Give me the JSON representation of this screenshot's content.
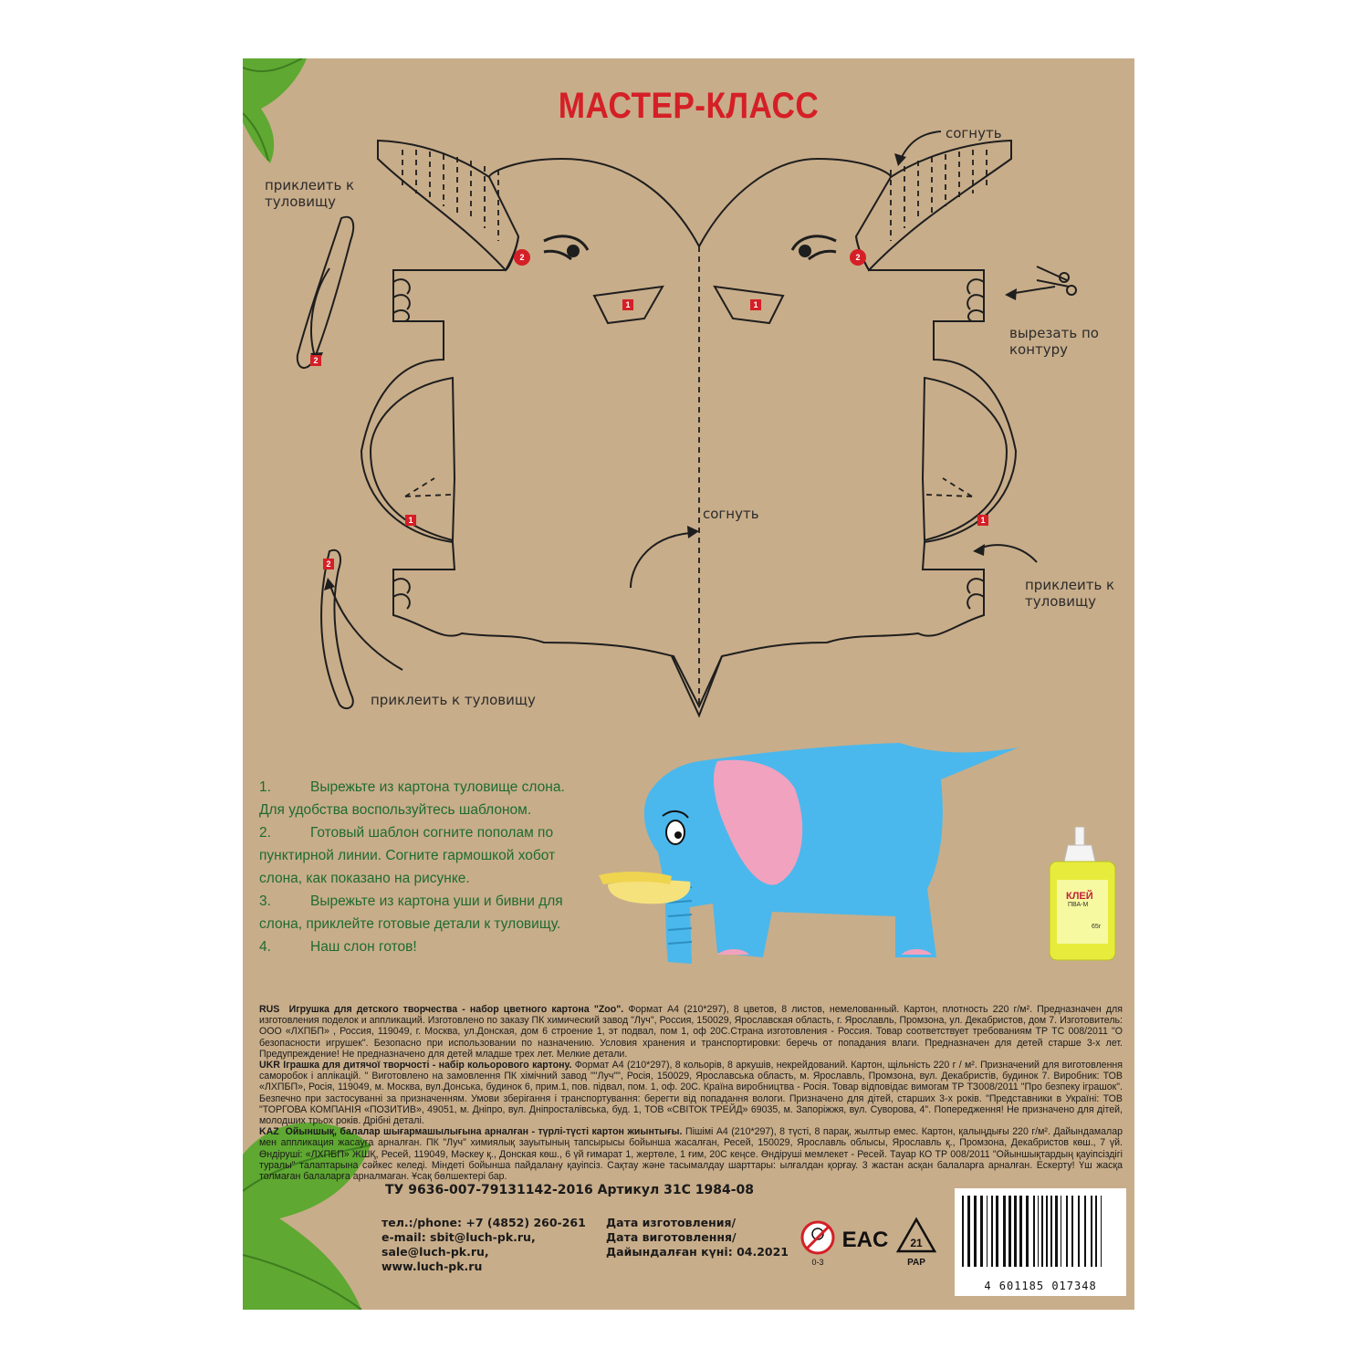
{
  "title": "МАСТЕР-КЛАСС",
  "template_labels": {
    "fold_top": "согнуть",
    "fold_center": "согнуть",
    "glue_left_top_line1": "приклеить к",
    "glue_left_top_line2": "туловищу",
    "cut_line1": "вырезать по",
    "cut_line2": "контуру",
    "glue_right_line1": "приклеить к",
    "glue_right_line2": "туловищу",
    "glue_bottom": "приклеить к туловищу",
    "marker_1": "1",
    "marker_2": "2"
  },
  "instructions": [
    {
      "num": "1.",
      "text": "Вырежьте из картона туловище слона.",
      "cont": "Для удобства воспользуйтесь  шаблоном."
    },
    {
      "num": "2.",
      "text": "Готовый шаблон согните пополам по",
      "cont": "пунктирной линии. Согните гармошкой хобот слона, как показано на рисунке."
    },
    {
      "num": "3.",
      "text": "Вырежьте из картона уши и бивни для",
      "cont": "слона, приклейте готовые детали к туловищу."
    },
    {
      "num": "4.",
      "text": "Наш слон готов!",
      "cont": ""
    }
  ],
  "legal": {
    "rus_tag": "RUS",
    "rus_title": "Игрушка для детского творчества - набор цветного картона \"Zoo\".",
    "rus_text": "Формат А4 (210*297), 8 цветов, 8 листов, немелованный. Картон, плотность 220 г/м². Предназначен для изготовления поделок и аппликаций. Изготовлено по заказу ПК химический завод \"Луч\", Россия, 150029, Ярославская область, г. Ярославль, Промзона, ул. Декабристов, дом 7. Изготовитель: ООО «ЛХПБП» , Россия, 119049, г. Москва, ул.Донская, дом 6 строение 1, эт подвал, пом 1, оф 20С.Страна изготовления - Россия. Товар соответствует требованиям ТР ТС 008/2011 \"О безопасности игрушек\". Безопасно при использовании по назначению. Условия хранения и транспортировки: беречь от попадания влаги. Предназначен для детей старше 3-х лет. Предупреждение! Не предназначено для детей младше трех лет. Мелкие детали.",
    "ukr_tag": "UKR",
    "ukr_title": "Іграшка для дитячої творчості - набір кольорового картону.",
    "ukr_text": "Формат А4 (210*297), 8 кольорів, 8 аркушів, некрейдований. Картон, щільність 220 г / м². Призначений для виготовлення саморобок і аплікацій. \" Виготовлено на замовлення ПК хімічний завод \"\"Луч\"\", Росія, 150029, Ярославська область, м. Ярославль, Промзона, вул.  Декабристів, будинок 7. Виробник: ТОВ «ЛХПБП», Росія, 119049, м. Москва, вул.Донська, будинок 6, прим.1, пов. підвал, пом. 1, оф. 20С. Країна виробництва - Росія. Товар відповідає вимогам ТР ТЗ008/2011 \"Про безпеку іграшок\". Безпечно при застосуванні за призначенням. Умови зберігання і транспортування: берегти від попадання вологи. Призначено для дітей, старших 3-х років. \"Представники в Україні: ТОВ \"ТОРГОВА КОМПАНІЯ «ПОЗИТИВ», 49051,  м. Дніпро, вул. Дніпросталівська, буд. 1, ТОВ «СВІТОК ТРЕЙД» 69035, м. Запоріжжя, вул. Суворова, 4\". Попередження!  Не призначено для дітей, молодших трьох років.  Дрібні деталі.",
    "kaz_tag": "KAZ",
    "kaz_title": "Ойыншық, балалар шығармашылығына арналған - түрлі-түсті картон жиынтығы.",
    "kaz_text": "Пішімі А4 (210*297), 8 түсті, 8 парақ, жылтыр емес. Картон, қалыңдығы 220 г/м². Дайындамалар мен аппликация жасауға арналған. ПК \"Луч\" химиялық зауытының тапсырысы бойынша жасалған, Ресей, 150029, Ярославль облысы, Ярославль қ., Промзона, Декабристов көш., 7 үй. Өндіруші: «ЛХПБП» ЖШҚ, Ресей, 119049,  Мәскеу қ., Донская көш.,  6 үй ғимарат  1, жертөле, 1 ғим, 20С кеңсе. Өндіруші мемлекет - Ресей. Тауар КО ТР 008/2011 \"Ойыншықтардың қауіпсіздігі туралы\" талаптарына сәйкес келеді. Міндеті бойынша пайдалану қауіпсіз. Сақтау және тасымалдау шарттары: ылғалдан қорғау. 3 жастан асқан балаларға арналған. Ескерту! Үш жасқа толмаған балаларға арналмаған. Ұсақ бөлшектері бар."
  },
  "tu_line": "ТУ 9636-007-79131142-2016   Артикул 31С 1984-08",
  "contacts": [
    "тел.:/phone: +7 (4852) 260-261",
    "e-mail: sbit@luch-pk.ru,",
    "sale@luch-pk.ru,",
    "www.luch-pk.ru"
  ],
  "dates": [
    "Дата изготовления/",
    "Дата виготовлення/",
    "Дайындалған күні: 04.2021"
  ],
  "icons": {
    "age_warning": "0-3",
    "eac": "EAC",
    "recycle_code": "21",
    "recycle_label": "PAP"
  },
  "barcode": "4 601185 017348",
  "glue_bottle": {
    "brand": "КЛЕЙ",
    "sub": "ПВА-М",
    "weight": "65г"
  },
  "colors": {
    "kraft": "#c8ad8a",
    "title_red": "#d51f26",
    "instructions_green": "#1d6b30",
    "elephant_blue": "#4ab8ec",
    "ear_pink": "#f0a2bf",
    "tusk_yellow": "#f6e27c"
  }
}
